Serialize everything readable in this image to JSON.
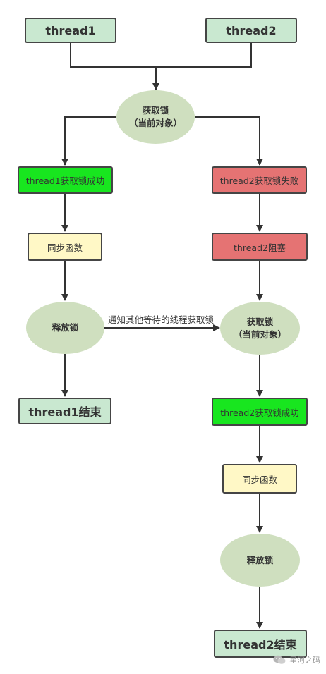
{
  "nodes": {
    "thread1": "thread1",
    "thread2": "thread2",
    "acquire_top": [
      "获取锁",
      "（当前对象）"
    ],
    "t1_success": "thread1获取锁成功",
    "t2_fail": "thread2获取锁失败",
    "t1_sync": "同步函数",
    "t2_block": "thread2阻塞",
    "t1_release": "释放锁",
    "t2_acquire": [
      "获取锁",
      "（当前对象）"
    ],
    "t1_end": "thread1结束",
    "t2_success": "thread2获取锁成功",
    "t2_sync": "同步函数",
    "t2_release": "释放锁",
    "t2_end": "thread2结束"
  },
  "edge_labels": {
    "notify": "通知其他等待的线程获取锁"
  },
  "watermark": {
    "text": "星河之码",
    "icon": "wechat-icon"
  },
  "colors": {
    "start": "#c9e8d0",
    "success": "#18e61f",
    "fail": "#e57373",
    "sync": "#fff8c6",
    "ellipse": "#cfdfbf",
    "stroke": "#333333"
  }
}
